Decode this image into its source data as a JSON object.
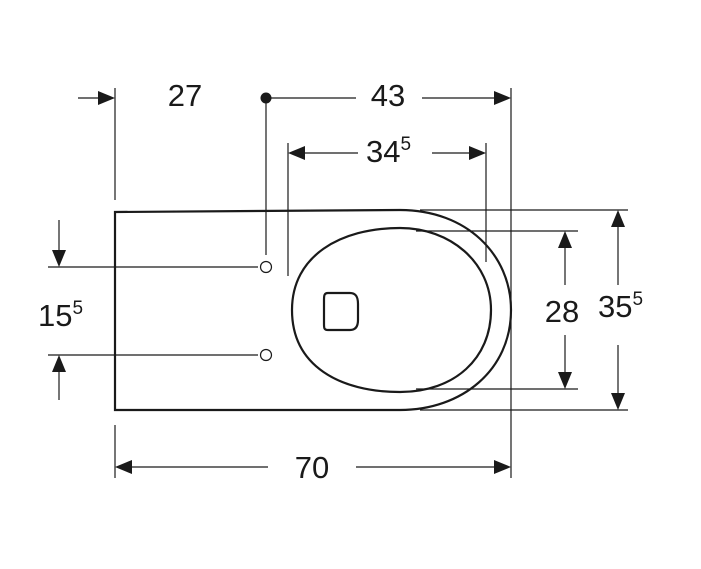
{
  "dimensions": {
    "offset_rear": {
      "value": "27"
    },
    "fixing_to_front": {
      "value": "43"
    },
    "seat_length": {
      "value": "34",
      "sup": "5"
    },
    "fixing_spacing": {
      "value": "15",
      "sup": "5"
    },
    "bowl_width": {
      "value": "28"
    },
    "total_width": {
      "value": "35",
      "sup": "5"
    },
    "total_length": {
      "value": "70"
    }
  },
  "colors": {
    "line": "#1a1a1a",
    "background": "#ffffff"
  }
}
